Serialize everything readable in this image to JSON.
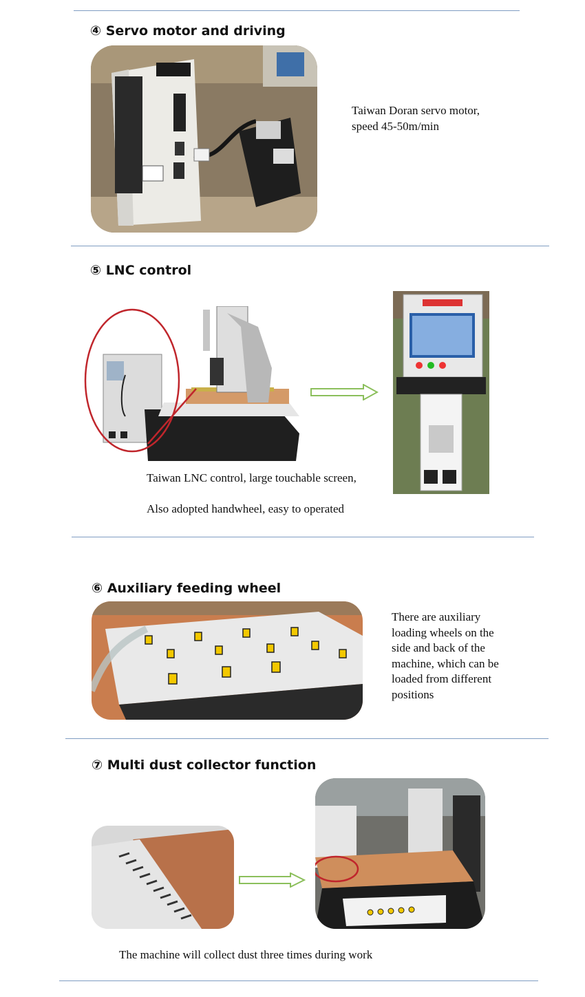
{
  "sections": [
    {
      "heading": "④ Servo motor and driving",
      "desc_lines": [
        "Taiwan Doran servo motor,",
        "speed 45-50m/min"
      ]
    },
    {
      "heading": "⑤ LNC control",
      "desc_lines": [
        "Taiwan LNC control, large touchable screen,",
        "Also adopted handwheel, easy to operated"
      ]
    },
    {
      "heading": "⑥ Auxiliary feeding wheel",
      "desc_lines": [
        "There are auxiliary",
        "loading wheels on the",
        "side and back of the",
        "machine, which can be",
        "loaded from different",
        "positions"
      ]
    },
    {
      "heading": "⑦ Multi dust collector function",
      "desc_lines": [
        "The machine will collect dust three times during work"
      ]
    }
  ],
  "colors": {
    "divider": "#7f9cc2",
    "arrow": "#8bbf5b",
    "highlight_circle": "#c0262c"
  },
  "icons": [
    "servo-driver-photo",
    "servo-motor-photo",
    "cnc-router-photo",
    "control-cabinet-photo",
    "feeding-wheel-photo",
    "dust-collector-photo",
    "arrow-right-icon"
  ]
}
